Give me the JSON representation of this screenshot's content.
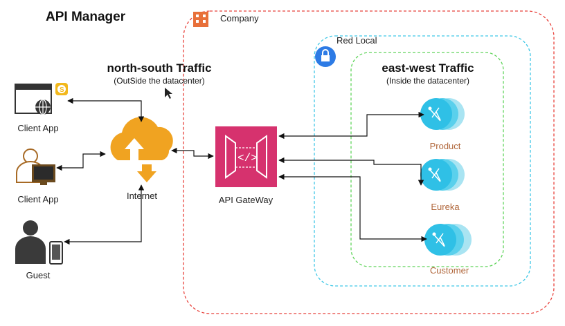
{
  "title": "API Manager",
  "regions": {
    "company": "Company",
    "red_local": "Red Local"
  },
  "north_south": {
    "title_part1": "north-south ",
    "title_part2": "Traffic",
    "subtitle": "(OutSide the datacenter)"
  },
  "east_west": {
    "title_part1": "east-west ",
    "title_part2": "Traffic",
    "subtitle": "(Inside the datacenter)"
  },
  "clients": [
    {
      "label": "Client App",
      "icon": "browser-globe-icon"
    },
    {
      "label": "Client App",
      "icon": "user-desktop-icon"
    },
    {
      "label": "Guest",
      "icon": "user-mobile-icon"
    }
  ],
  "internet": {
    "label": "Internet",
    "icon": "cloud-upload-download-icon"
  },
  "gateway": {
    "label": "API GateWay",
    "icon": "api-gateway-icon"
  },
  "services": [
    {
      "label": "Product",
      "icon": "microservice-icon"
    },
    {
      "label": "Eureka",
      "icon": "microservice-icon"
    },
    {
      "label": "Customer",
      "icon": "microservice-icon"
    }
  ],
  "colors": {
    "company_border": "#e8403a",
    "red_local_border": "#3ec7e6",
    "east_west_border": "#5fd45a",
    "cloud": "#f0a321",
    "gateway": "#d6326e",
    "service": "#2fc0e6",
    "service_label": "#b0663a",
    "lock": "#2d7be5",
    "building": "#e8703a"
  }
}
